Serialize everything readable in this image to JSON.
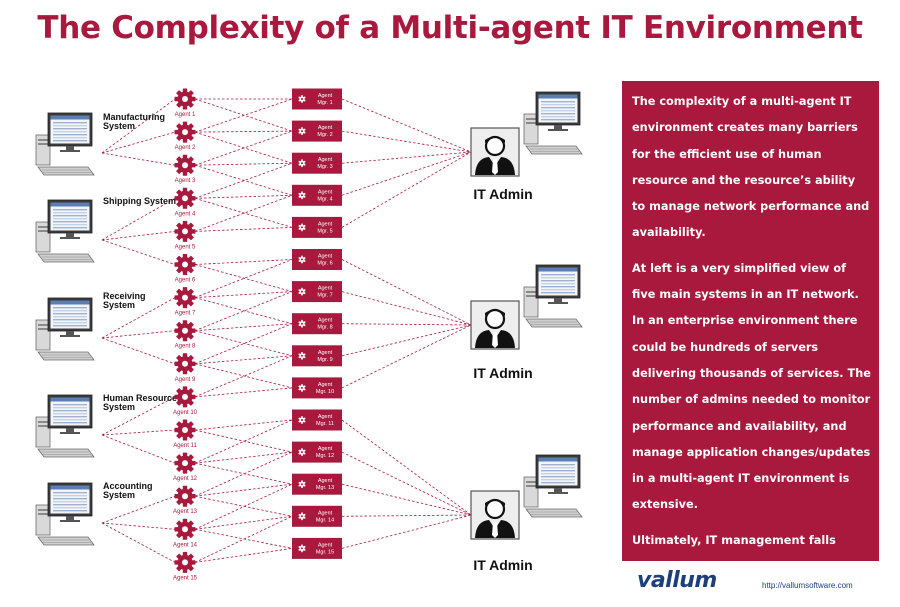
{
  "title": "The Complexity of a Multi-agent IT Environment",
  "colors": {
    "accent": "#a8193d",
    "logo": "#1d3f7a"
  },
  "systems": [
    {
      "label_lines": [
        "Manufacturing",
        "System"
      ],
      "agents": [
        1,
        2,
        3
      ]
    },
    {
      "label_lines": [
        "Shipping System"
      ],
      "agents": [
        4,
        5,
        6
      ]
    },
    {
      "label_lines": [
        "Receiving",
        "System"
      ],
      "agents": [
        7,
        8,
        9
      ]
    },
    {
      "label_lines": [
        "Human Resources",
        "System"
      ],
      "agents": [
        10,
        11,
        12
      ]
    },
    {
      "label_lines": [
        "Accounting",
        "System"
      ],
      "agents": [
        13,
        14,
        15
      ]
    }
  ],
  "agents": [
    "Agent 1",
    "Agent 2",
    "Agent 3",
    "Agent 4",
    "Agent 5",
    "Agent 6",
    "Agent 7",
    "Agent 8",
    "Agent 9",
    "Agent 10",
    "Agent 11",
    "Agent 12",
    "Agent 13",
    "Agent 14",
    "Agent 15"
  ],
  "managers": [
    {
      "line1": "Agent",
      "line2": "Mgr. 1"
    },
    {
      "line1": "Agent",
      "line2": "Mgr. 2"
    },
    {
      "line1": "Agent",
      "line2": "Mgr. 3"
    },
    {
      "line1": "Agent",
      "line2": "Mgr. 4"
    },
    {
      "line1": "Agent",
      "line2": "Mgr. 5"
    },
    {
      "line1": "Agent",
      "line2": "Mgr. 6"
    },
    {
      "line1": "Agent",
      "line2": "Mgr. 7"
    },
    {
      "line1": "Agent",
      "line2": "Mgr. 8"
    },
    {
      "line1": "Agent",
      "line2": "Mgr. 9"
    },
    {
      "line1": "Agent",
      "line2": "Mgr. 10"
    },
    {
      "line1": "Agent",
      "line2": "Mgr. 11"
    },
    {
      "line1": "Agent",
      "line2": "Mgr. 12"
    },
    {
      "line1": "Agent",
      "line2": "Mgr. 13"
    },
    {
      "line1": "Agent",
      "line2": "Mgr. 14"
    },
    {
      "line1": "Agent",
      "line2": "Mgr. 15"
    }
  ],
  "admins": [
    {
      "label": "IT Admin",
      "managers": [
        1,
        2,
        3,
        4,
        5
      ]
    },
    {
      "label": "IT Admin",
      "managers": [
        6,
        7,
        8,
        9,
        10
      ]
    },
    {
      "label": "IT Admin",
      "managers": [
        11,
        12,
        13,
        14,
        15
      ]
    }
  ],
  "info_panel": {
    "paragraphs": [
      "The complexity of a multi-agent IT environment creates many barriers for the efficient use of human resource and the resource’s ability to manage network performance and availability.",
      "At left is a very simplified view of five main systems in an IT network. In an enterprise environment there could be hundreds of servers delivering thousands of services. The number of admins needed to monitor performance and availability, and manage application changes/updates in a multi-agent IT environment is extensive.",
      "Ultimately, IT management falls short here and the ability to deliver services to SLAs is compromised."
    ]
  },
  "footer": {
    "logo": "vallum",
    "url": "http://vallumsoftware.com"
  }
}
